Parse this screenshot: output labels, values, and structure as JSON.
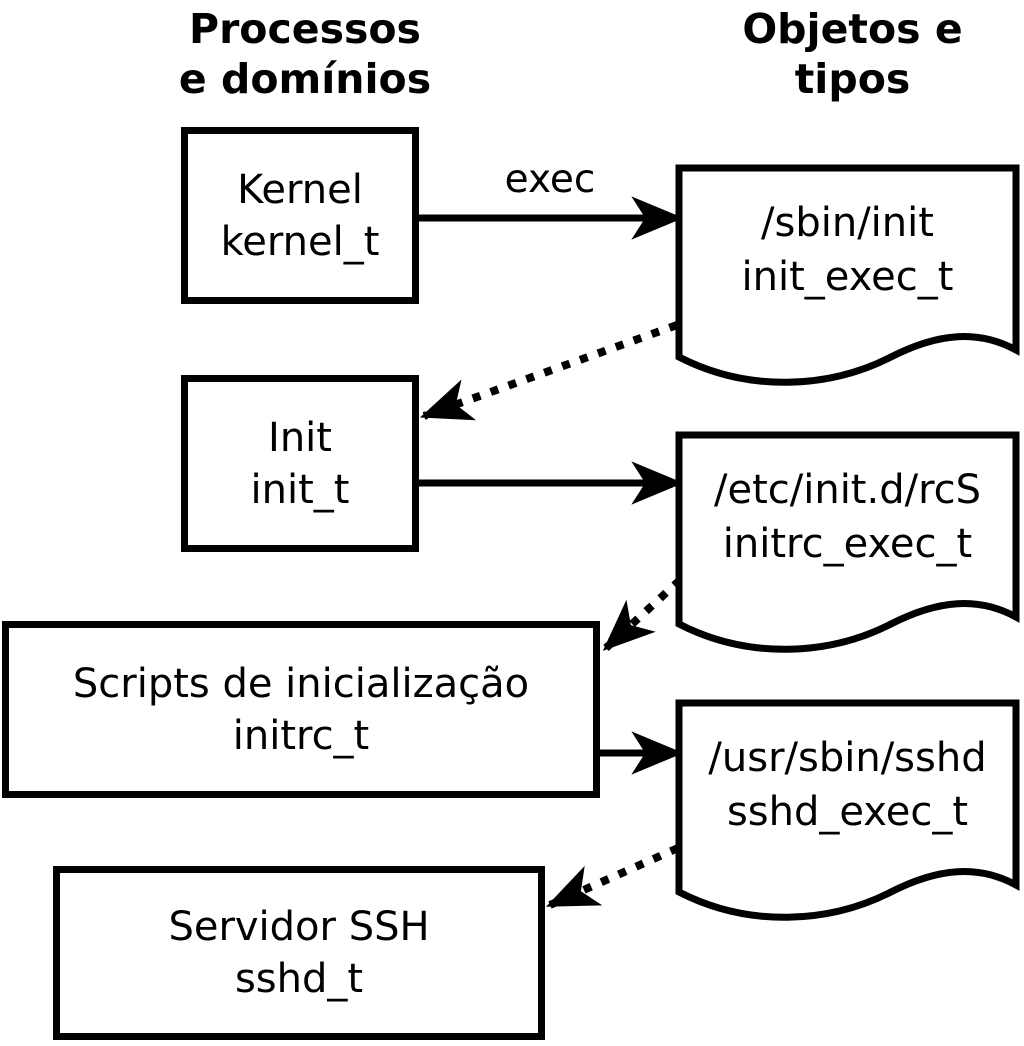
{
  "headers": {
    "left": {
      "line1": "Processos",
      "line2": "e domínios"
    },
    "right": {
      "line1": "Objetos e",
      "line2": "tipos"
    }
  },
  "arrows": {
    "exec_label": "exec"
  },
  "processes": [
    {
      "name": "Kernel",
      "type": "kernel_t"
    },
    {
      "name": "Init",
      "type": "init_t"
    },
    {
      "name": "Scripts de inicialização",
      "type": "initrc_t"
    },
    {
      "name": "Servidor SSH",
      "type": "sshd_t"
    }
  ],
  "objects": [
    {
      "path": "/sbin/init",
      "type": "init_exec_t"
    },
    {
      "path": "/etc/init.d/rcS",
      "type": "initrc_exec_t"
    },
    {
      "path": "/usr/sbin/sshd",
      "type": "sshd_exec_t"
    }
  ],
  "colors": {
    "stroke": "#000000",
    "background": "#ffffff",
    "text": "#000000"
  }
}
